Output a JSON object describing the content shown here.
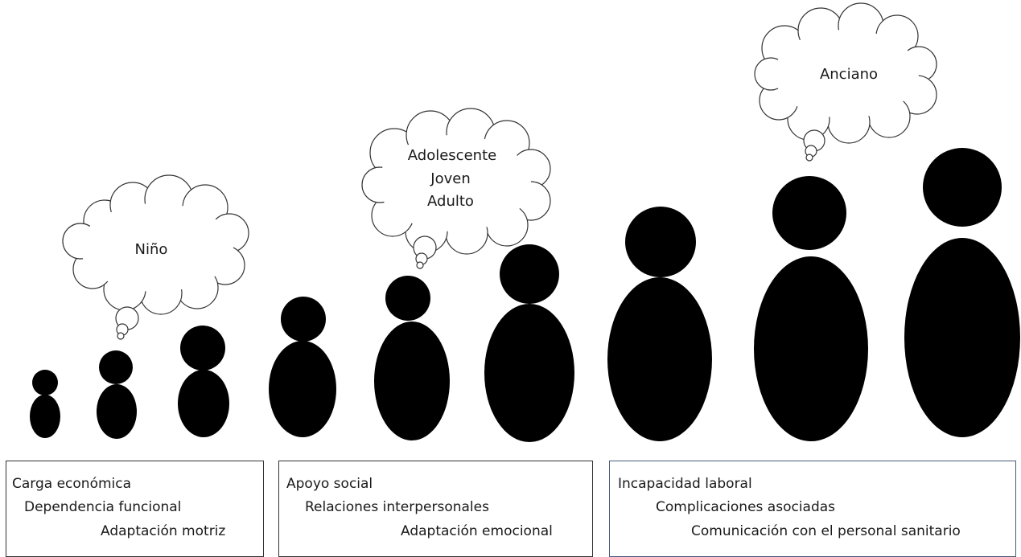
{
  "thoughts": {
    "child": [
      "Niño"
    ],
    "youth": [
      "Adolescente",
      "Joven",
      "Adulto"
    ],
    "elder": [
      "Anciano"
    ]
  },
  "boxes": [
    {
      "lines": [
        "Carga económica",
        "Dependencia funcional",
        "Adaptación motriz"
      ]
    },
    {
      "lines": [
        "Apoyo social",
        "Relaciones interpersonales",
        "Adaptación emocional"
      ]
    },
    {
      "lines": [
        "Incapacidad laboral",
        "Complicaciones asociadas",
        "Comunicación con el personal sanitario"
      ]
    }
  ],
  "colors": {
    "figure": "#000000",
    "cloud_stroke": "#333333",
    "box3_border": "#4a5a78"
  }
}
